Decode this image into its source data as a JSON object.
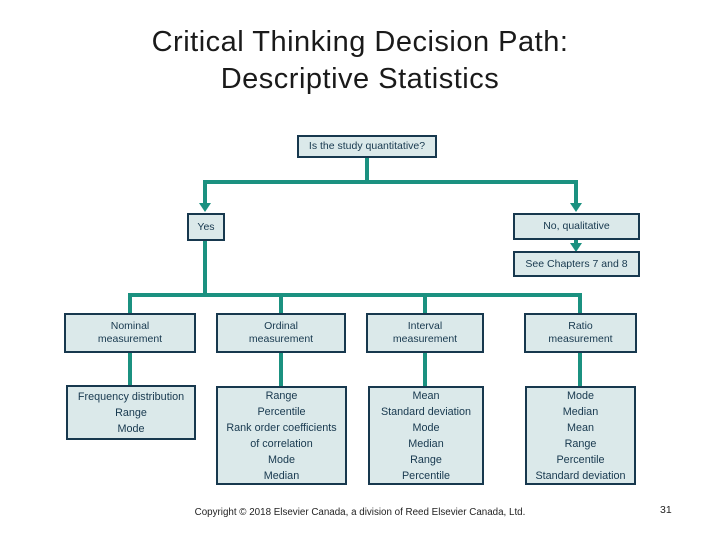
{
  "slide": {
    "title_line1": "Critical Thinking Decision Path:",
    "title_line2": "Descriptive Statistics",
    "footer": "Copyright © 2018 Elsevier Canada, a division of Reed Elsevier Canada, Ltd.",
    "page_number": "31"
  },
  "colors": {
    "connector_teal": "#1b9180",
    "box_fill": "#dbe9ea",
    "box_border": "#17384e",
    "box_text": "#17384e",
    "title_text": "#1a1a1a"
  },
  "flowchart": {
    "root_question": "Is the study quantitative?",
    "branch_yes": "Yes",
    "branch_no": "No, qualitative",
    "no_outcome": "See Chapters 7 and 8",
    "columns": [
      {
        "measurement_line1": "Nominal",
        "measurement_line2": "measurement",
        "stats": [
          "Frequency distribution",
          "Range",
          "Mode"
        ]
      },
      {
        "measurement_line1": "Ordinal",
        "measurement_line2": "measurement",
        "stats": [
          "Range",
          "Percentile",
          "Rank order coefficients",
          "of correlation",
          "Mode",
          "Median"
        ]
      },
      {
        "measurement_line1": "Interval",
        "measurement_line2": "measurement",
        "stats": [
          "Mean",
          "Standard deviation",
          "Mode",
          "Median",
          "Range",
          "Percentile"
        ]
      },
      {
        "measurement_line1": "Ratio",
        "measurement_line2": "measurement",
        "stats": [
          "Mode",
          "Median",
          "Mean",
          "Range",
          "Percentile",
          "Standard deviation"
        ]
      }
    ]
  }
}
